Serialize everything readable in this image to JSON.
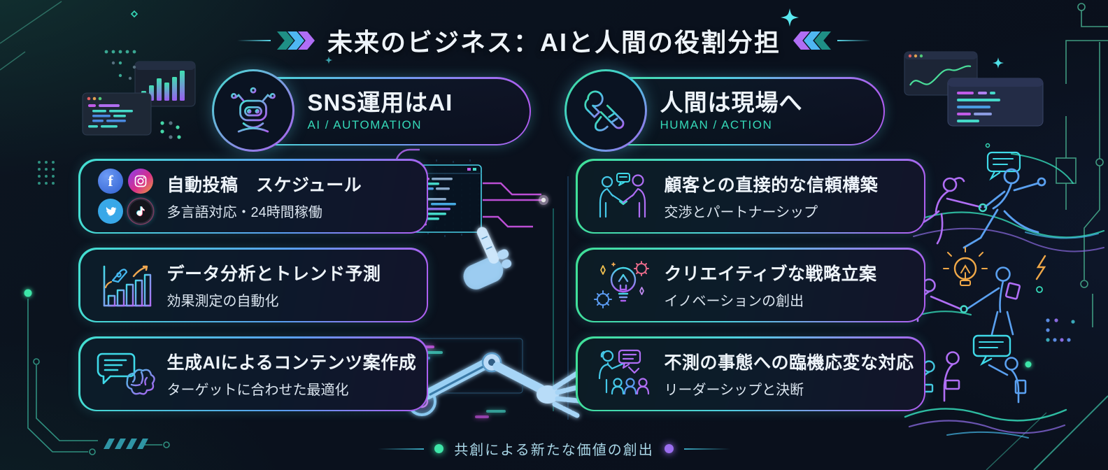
{
  "page": {
    "title": "未来のビジネス：AIと人間の役割分担"
  },
  "columns": {
    "ai": {
      "header": {
        "title": "SNS運用はAI",
        "subtitle": "AI / AUTOMATION",
        "icon": "robot-icon"
      },
      "cards": [
        {
          "icon": "social-grid",
          "title": "自動投稿　スケジュール",
          "subtitle": "多言語対応・24時間稼働"
        },
        {
          "icon": "rocket-bar-chart-icon",
          "title": "データ分析とトレンド予測",
          "subtitle": "効果測定の自動化"
        },
        {
          "icon": "chat-brain-icon",
          "title": "生成AIによるコンテンツ案作成",
          "subtitle": "ターゲットに合わせた最適化"
        }
      ],
      "social_icons": [
        "Facebook",
        "Instagram",
        "Twitter",
        "TikTok"
      ]
    },
    "human": {
      "header": {
        "title": "人間は現場へ",
        "subtitle": "HUMAN / ACTION",
        "icon": "wrench-hand-icon"
      },
      "cards": [
        {
          "icon": "handshake-icon",
          "title": "顧客との直接的な信頼構築",
          "subtitle": "交渉とパートナーシップ"
        },
        {
          "icon": "lightbulb-gear-icon",
          "title": "クリエイティブな戦略立案",
          "subtitle": "イノベーションの創出"
        },
        {
          "icon": "leader-team-icon",
          "title": "不測の事態への臨機応変な対応",
          "subtitle": "リーダーシップと決断"
        }
      ]
    }
  },
  "footer": {
    "label": "共創による新たな価値の創出"
  },
  "social": {
    "facebook_glyph": "f"
  },
  "colors": {
    "background": "#0A111D",
    "accent_cyan": "#43E0D0",
    "accent_purple": "#B05CF0",
    "accent_green": "#3FE096",
    "teal_label": "#35D9B8",
    "footer_text": "#A9D6E6",
    "dot_green": "#3EE6A8",
    "dot_purple": "#9B6EF0",
    "orange_accent": "#F0A848"
  }
}
